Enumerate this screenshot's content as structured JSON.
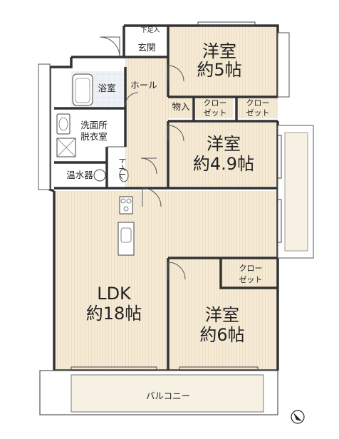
{
  "rooms": {
    "western_5": {
      "name": "洋室",
      "size": "約5帖"
    },
    "western_49": {
      "name": "洋室",
      "size": "約4.9帖"
    },
    "western_6": {
      "name": "洋室",
      "size": "約6帖"
    },
    "ldk": {
      "name": "LDK",
      "size": "約18帖"
    },
    "entrance": "玄関",
    "shoe_box": "下足入",
    "bathroom": "浴室",
    "hall": "ホール",
    "storage": "物入",
    "closet_1": [
      "クロー",
      "ゼット"
    ],
    "closet_2": [
      "クロー",
      "ゼット"
    ],
    "closet_3": [
      "クロー",
      "ゼット"
    ],
    "washroom": [
      "洗面所",
      "脱衣室"
    ],
    "toilet": "トイレ",
    "water_heater": "温水器",
    "balcony": "バルコニー"
  },
  "colors": {
    "floor": "#f4ead6",
    "floor_lines": "#e2cfa6",
    "wall": "#333333",
    "background": "#ffffff",
    "tile": "#dfe7ef"
  },
  "compass": "north-arrow-icon"
}
